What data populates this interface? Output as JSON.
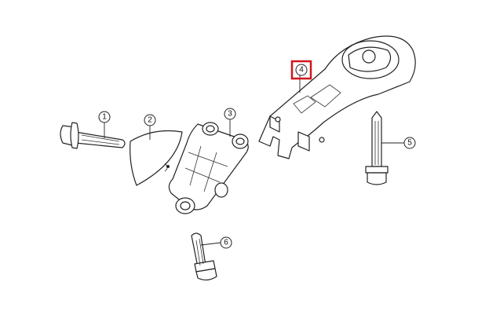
{
  "diagram": {
    "callouts": [
      {
        "id": "1",
        "label": "1"
      },
      {
        "id": "2",
        "label": "2"
      },
      {
        "id": "3",
        "label": "3"
      },
      {
        "id": "4",
        "label": "4",
        "highlighted": true
      },
      {
        "id": "5",
        "label": "5"
      },
      {
        "id": "6",
        "label": "6"
      }
    ],
    "highlight_color": "#d0141c"
  }
}
